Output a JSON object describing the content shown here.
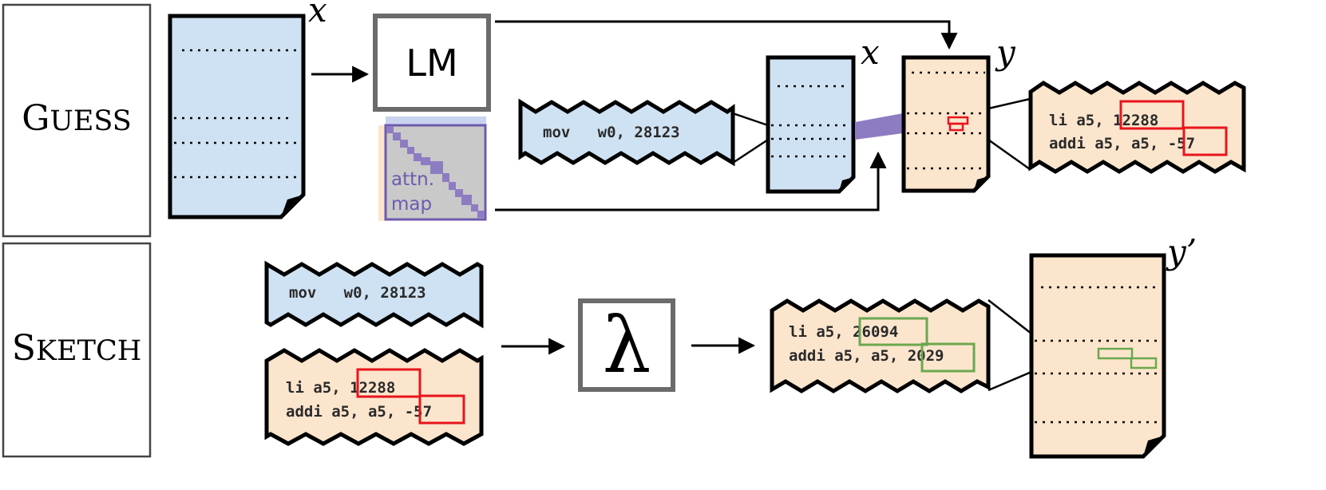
{
  "rows": {
    "guess_label": {
      "first": "G",
      "rest": "UESS"
    },
    "sketch_label": {
      "first": "S",
      "rest": "KETCH"
    }
  },
  "vars": {
    "x": "x",
    "y": "y",
    "y_prime": "y’"
  },
  "model": {
    "lm_label": "LM",
    "attn_line1": "attn.",
    "attn_line2": "map"
  },
  "operator": {
    "lambda": "λ"
  },
  "code": {
    "source_line": "mov   w0, 28123",
    "guess_line1_prefix": "li a5, ",
    "guess_line1_value": "12288",
    "guess_line2_prefix": "addi a5, a5, ",
    "guess_line2_value": "-57",
    "sketch_line1_prefix": "li a5, ",
    "sketch_line1_value": "26094",
    "sketch_line2_prefix": "addi a5, a5, ",
    "sketch_line2_value": "2029"
  },
  "colors": {
    "source_fill": "#cfe2f3",
    "target_fill": "#fce5cd",
    "error_box": "#e8141c",
    "fixed_box": "#6aa84f",
    "attention": "#8e7cc3",
    "box_border": "#6b6b6b"
  },
  "icons": [
    "arrow-icon",
    "document-icon",
    "attention-map-icon",
    "lambda-symbol"
  ]
}
